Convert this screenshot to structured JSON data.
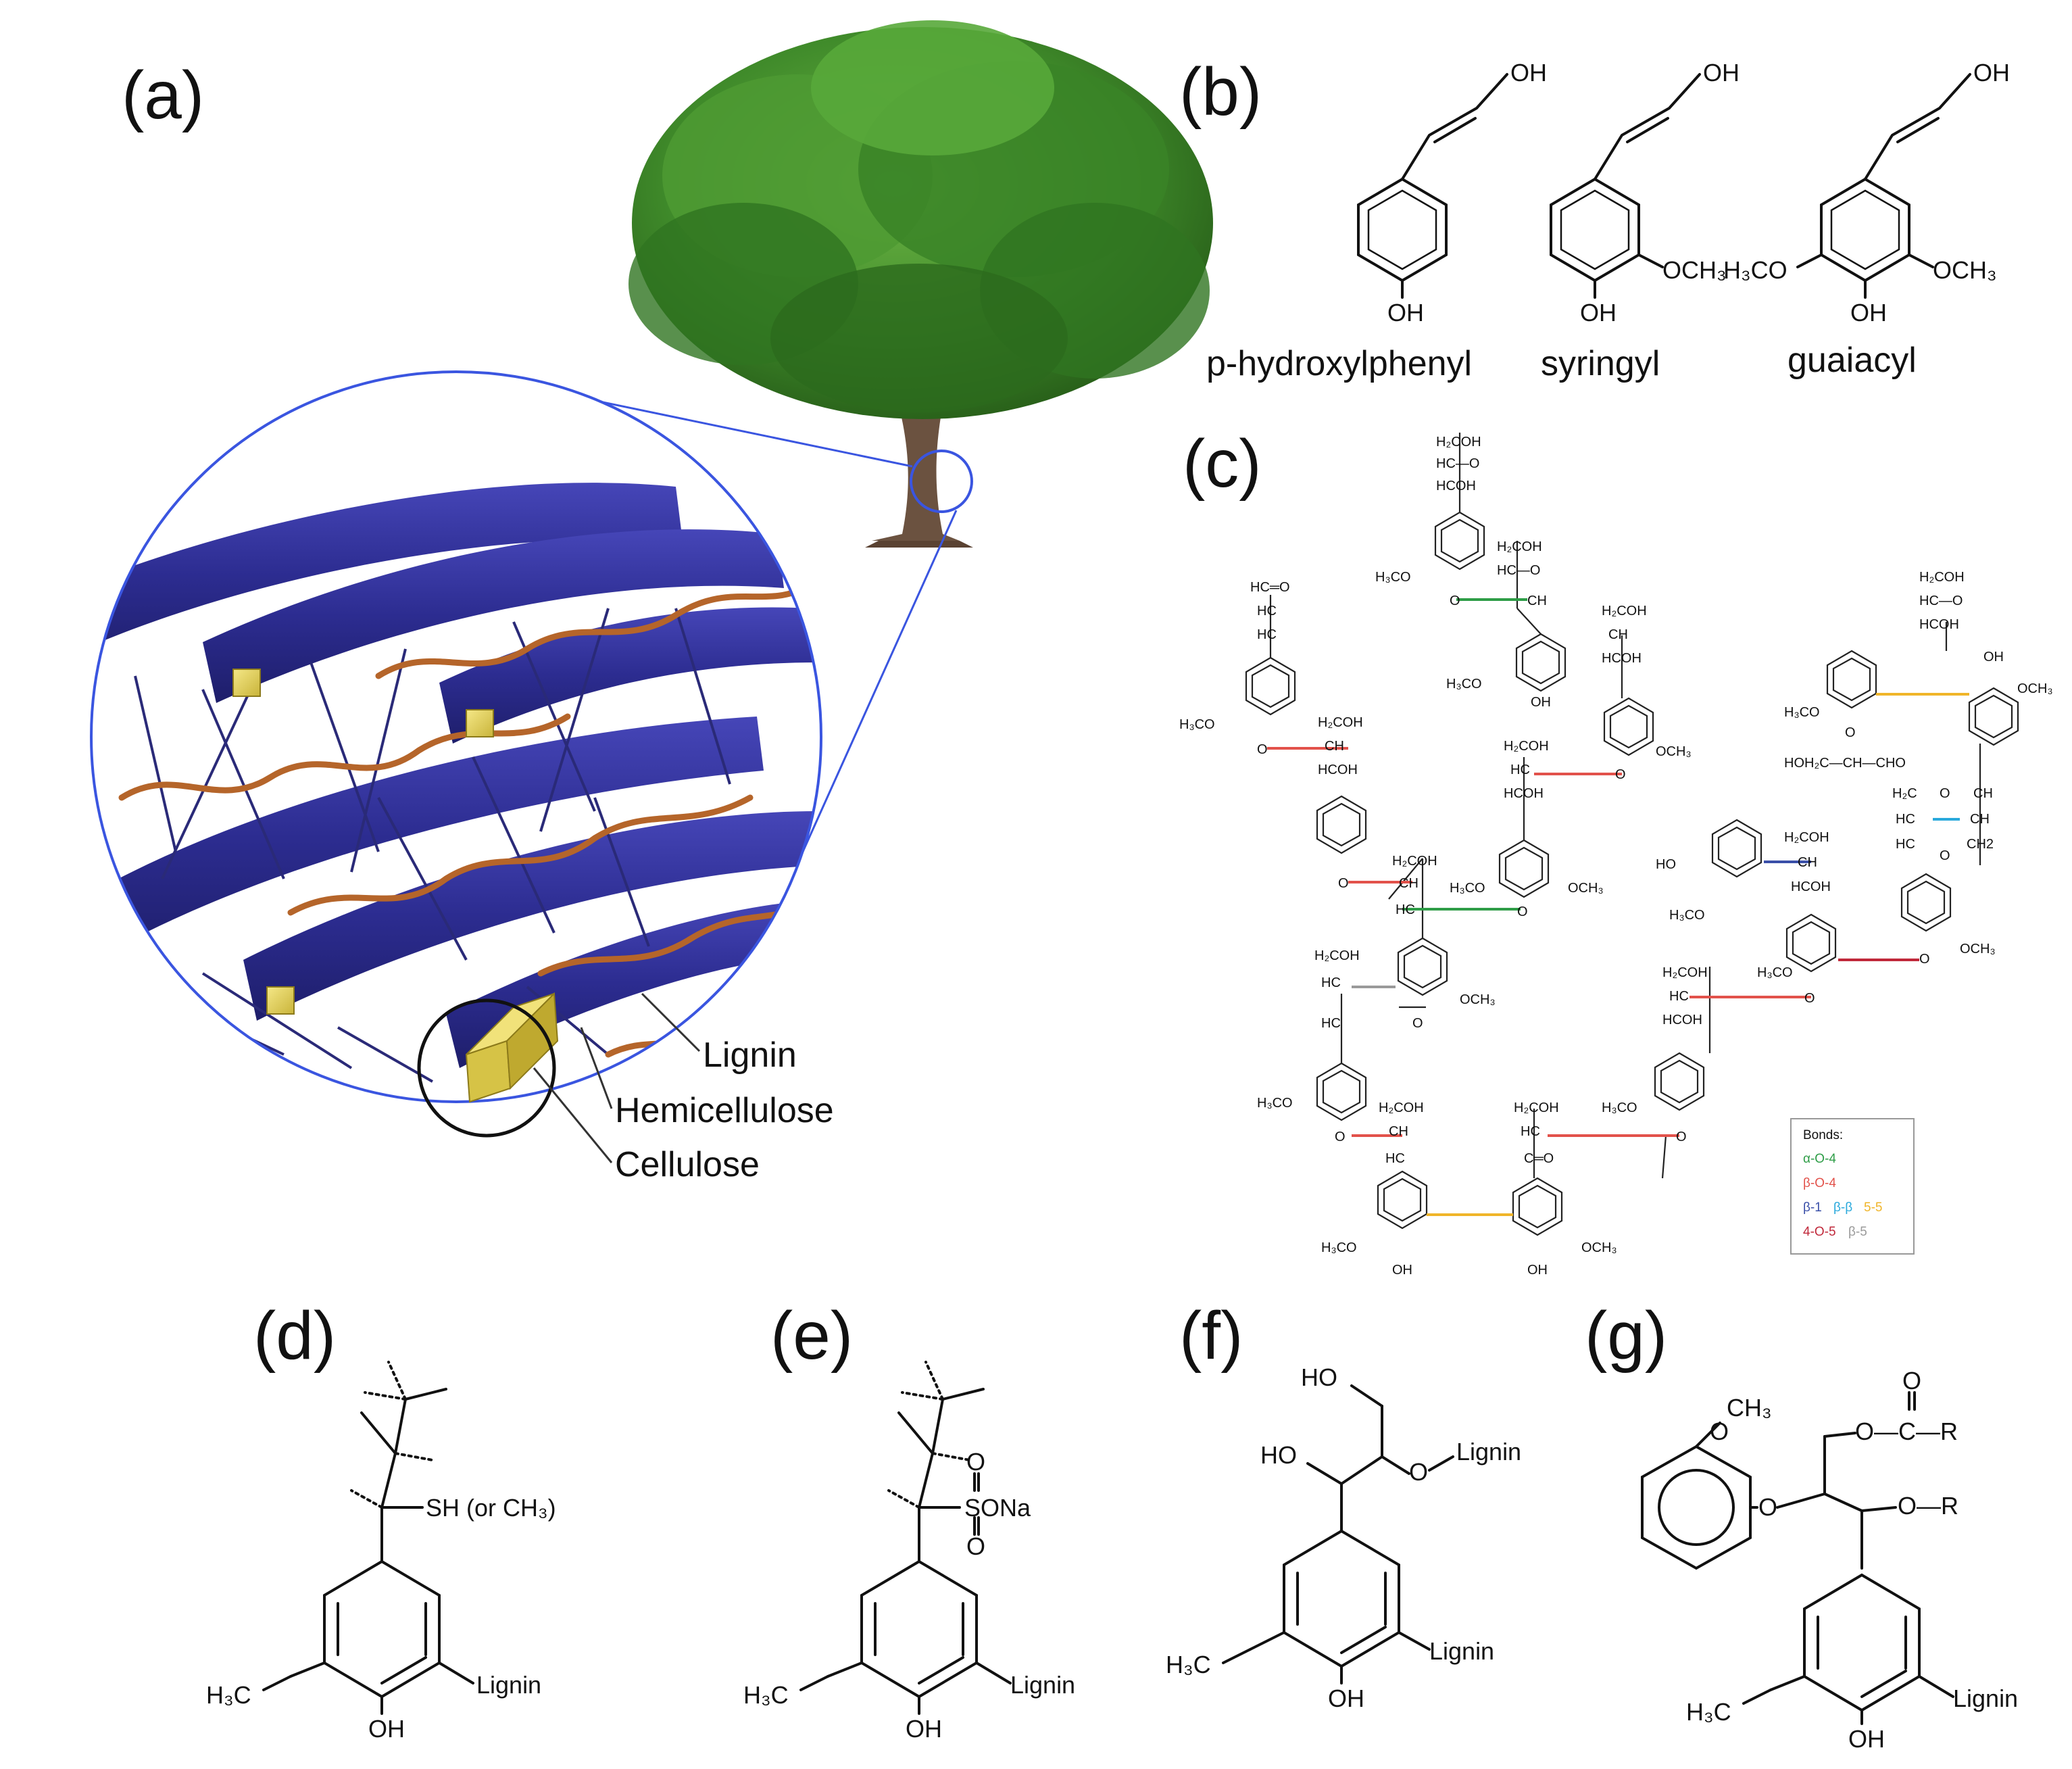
{
  "panels": {
    "a": {
      "label": "(a)",
      "callouts": [
        "Lignin",
        "Hemicellulose",
        "Cellulose"
      ]
    },
    "b": {
      "label": "(b)",
      "monomers": [
        {
          "name": "p-hydroxylphenyl",
          "oh_top": "OH",
          "oh_bottom": "OH"
        },
        {
          "name": "syringyl",
          "oh_top": "OH",
          "oh_bottom": "OH",
          "sub_right": "OCH₃"
        },
        {
          "name": "guaiacyl",
          "oh_top": "OH",
          "oh_bottom": "OH",
          "sub_left": "H₃CO",
          "sub_right": "OCH₃"
        }
      ]
    },
    "c": {
      "label": "(c)",
      "legend_title": "Bonds:",
      "legend_rows": [
        [
          {
            "text": "α-O-4",
            "color": "#2e9d47"
          }
        ],
        [
          {
            "text": "β-O-4",
            "color": "#e2524b"
          }
        ],
        [
          {
            "text": "β-1",
            "color": "#3a4fa8"
          },
          {
            "text": "β-β",
            "color": "#2aa9dc"
          },
          {
            "text": "5-5",
            "color": "#f0b529"
          }
        ],
        [
          {
            "text": "4-O-5",
            "color": "#c0283a"
          },
          {
            "text": "β-5",
            "color": "#9a9a9a"
          }
        ]
      ],
      "texts": {
        "h2coh": "H₂COH",
        "hcoh": "HCOH",
        "hc": "HC",
        "ch": "CH",
        "hco": "HC—O",
        "hcis": "HC═O",
        "och3": "OCH₃",
        "h3co": "H₃CO",
        "oh": "OH",
        "o": "O",
        "co": "C═O",
        "hoh2c": "HOH₂C—CH—CHO",
        "h2c": "H₂C",
        "ch2": "CH2",
        "ho": "HO"
      }
    },
    "d": {
      "label": "(d)",
      "sh": "SH (or CH₃)",
      "h3c": "H₃C",
      "oh": "OH",
      "lignin": "Lignin"
    },
    "e": {
      "label": "(e)",
      "so3na": "SONa",
      "o1": "O",
      "o2": "O",
      "h3c": "H₃C",
      "oh": "OH",
      "lignin": "Lignin"
    },
    "f": {
      "label": "(f)",
      "ho1": "HO",
      "ho2": "HO",
      "olig": "O",
      "lignin1": "Lignin",
      "h3c": "H₃C",
      "oh": "OH",
      "lignin2": "Lignin"
    },
    "g": {
      "label": "(g)",
      "ch3": "CH₃",
      "o_top": "O",
      "oc": "O—C—R",
      "o_carbonyl": "O",
      "o_mid": "O",
      "or": "O—R",
      "h3c": "H₃C",
      "oh": "OH",
      "lignin": "Lignin"
    }
  },
  "colors": {
    "wood_fiber": "#2a2a8c",
    "hemicellulose": "#b5652a",
    "cellulose": "#e5d15a",
    "tree_leaves": "#3f8a2a",
    "trunk": "#6b5240",
    "zoom_circle": "#3a55e0"
  }
}
